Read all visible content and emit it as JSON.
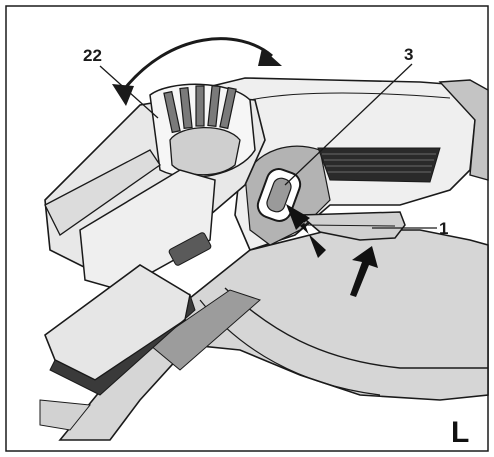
{
  "figure": {
    "letter": "L",
    "callouts": {
      "jaw_adjuster": "22",
      "lock_button": "3",
      "trigger": "1"
    },
    "colors": {
      "outline": "#1a1a1a",
      "tool_light": "#f1f1f1",
      "tool_mid": "#c9c9c9",
      "tool_dark": "#8e8e8e",
      "vent": "#222222"
    }
  }
}
